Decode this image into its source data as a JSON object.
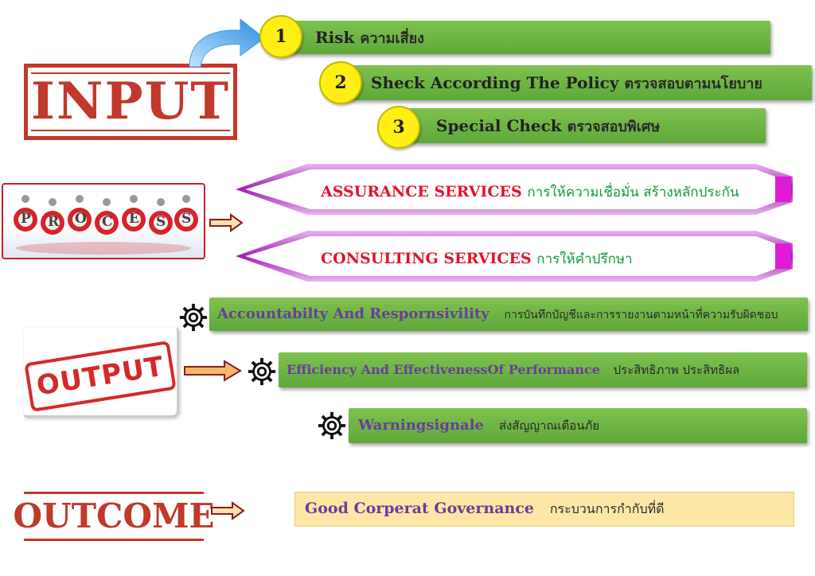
{
  "stamps": {
    "input": "INPUT",
    "output": "OUTPUT",
    "outcome": "OUTCOME"
  },
  "process_word": [
    "P",
    "R",
    "O",
    "C",
    "E",
    "S",
    "S"
  ],
  "inputs": [
    {
      "num": "1",
      "en": "Risk",
      "th": "ความเสี่ยง"
    },
    {
      "num": "2",
      "en": "Sheck According The Policy",
      "th": "ตรวจสอบตามนโยบาย"
    },
    {
      "num": "3",
      "en": "Special Check",
      "th": "ตรวจสอบพิเศษ"
    }
  ],
  "process": [
    {
      "en": "ASSURANCE SERVICES",
      "th": "การให้ความเชื่อมั่น สร้างหลักประกัน"
    },
    {
      "en": "CONSULTING  SERVICES",
      "th": "การให้คำปรึกษา"
    }
  ],
  "outputs": [
    {
      "en": "Accountabilty And Respornsivility",
      "th": "การบันทึกบัญชีและการรายงานตามหน้าที่ความรับผิดชอบ"
    },
    {
      "en": "Efficiency And EffectivenessOf Performance",
      "th": "ประสิทธิภาพ ประสิทธิผล"
    },
    {
      "en": "Warningsignale",
      "th": "ส่งสัญญาณเตือนภัย"
    }
  ],
  "outcome": {
    "en": "Good Corperat Governance",
    "th": "กระบวนการกำกับที่ดี"
  },
  "colors": {
    "green": "#6bb345",
    "yellow": "#ffef14",
    "red": "#c0392b",
    "purple": "#6a3d9a",
    "magenta": "#e01bd6"
  }
}
